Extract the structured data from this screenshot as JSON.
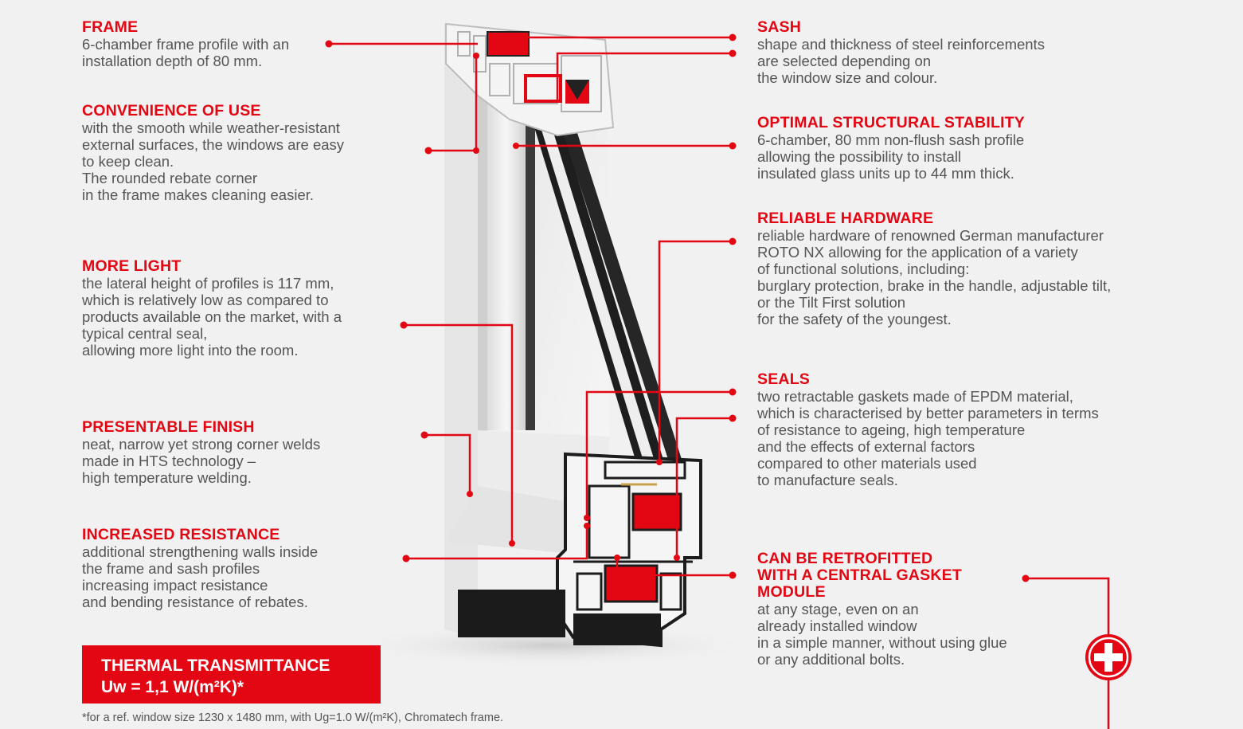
{
  "features_left": [
    {
      "title": "FRAME",
      "text": "6-chamber frame profile with an\ninstallation depth of 80 mm."
    },
    {
      "title": "CONVENIENCE OF USE",
      "text": "with the smooth while weather-resistant\nexternal surfaces, the windows are easy\nto keep clean.\nThe rounded rebate corner\nin the frame makes cleaning easier."
    },
    {
      "title": "MORE LIGHT",
      "text": "the lateral height of profiles is 117 mm,\nwhich is relatively low as compared to\nproducts available on the market, with a\ntypical central seal,\nallowing more light into the room."
    },
    {
      "title": "PRESENTABLE FINISH",
      "text": "neat, narrow yet strong corner welds\nmade in HTS technology –\nhigh temperature welding."
    },
    {
      "title": "INCREASED RESISTANCE",
      "text": "additional strengthening walls inside\nthe frame and sash profiles\nincreasing impact resistance\nand bending resistance of rebates."
    }
  ],
  "features_right": [
    {
      "title": "SASH",
      "text": "shape and thickness of steel reinforcements\nare selected depending on\nthe window size and colour."
    },
    {
      "title": "OPTIMAL STRUCTURAL STABILITY",
      "text": "6-chamber, 80 mm non-flush sash profile\nallowing the possibility to install\ninsulated glass units up to 44 mm thick."
    },
    {
      "title": "RELIABLE HARDWARE",
      "text": "reliable hardware of renowned German manufacturer\nROTO NX allowing for the application of a variety\nof functional solutions, including:\nburglary protection, brake in the handle, adjustable tilt,\nor the Tilt First solution\nfor the safety of the youngest."
    },
    {
      "title": "SEALS",
      "text": "two retractable gaskets made of EPDM material,\nwhich is characterised by better parameters in terms\nof resistance to ageing, high temperature\nand the effects of external factors\ncompared to other materials used\nto manufacture seals."
    },
    {
      "title": "CAN BE RETROFITTED\nWITH A CENTRAL GASKET\nMODULE",
      "text": "at any stage, even on an\nalready installed window\nin a simple manner, without using glue\nor any additional bolts."
    }
  ],
  "thermal": {
    "line1": "THERMAL TRANSMITTANCE",
    "line2": "Uw = 1,1 W/(m²K)*"
  },
  "footnote": "*for a ref. window size 1230 x 1480 mm, with Ug=1.0 W/(m²K), Chromatech frame.",
  "colors": {
    "accent": "#e30613",
    "text": "#555555",
    "background": "#f1f1f1"
  },
  "icons": {
    "expand": "plus-circle-icon"
  }
}
